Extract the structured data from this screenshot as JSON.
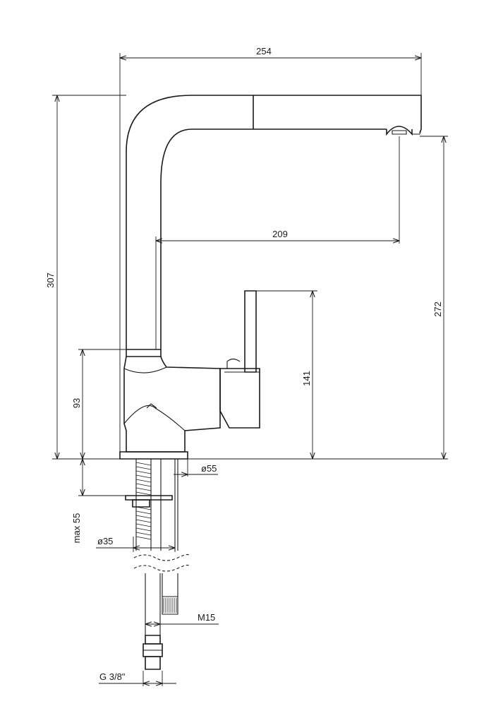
{
  "dimensions": {
    "overall_width": "254",
    "overall_height": "307",
    "spout_height": "272",
    "spout_reach": "209",
    "lever_height": "141",
    "body_height": "93",
    "base_diameter": "ø55",
    "max_counter_thickness": "max 55",
    "hole_diameter": "ø35",
    "hose_thread": "M15",
    "connection_thread": "G 3/8\""
  }
}
